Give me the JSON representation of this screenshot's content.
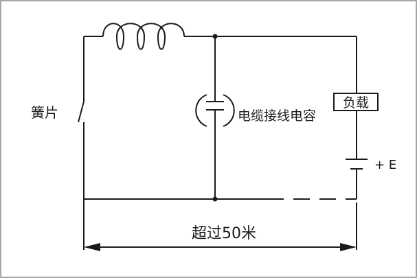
{
  "labels": {
    "reed": "簧片",
    "cable_capacitance": "电缆接线电容",
    "load": "负载",
    "battery": "+ E",
    "distance": "超过50米"
  },
  "colors": {
    "line": "#1a1a1a",
    "background": "#ffffff"
  }
}
